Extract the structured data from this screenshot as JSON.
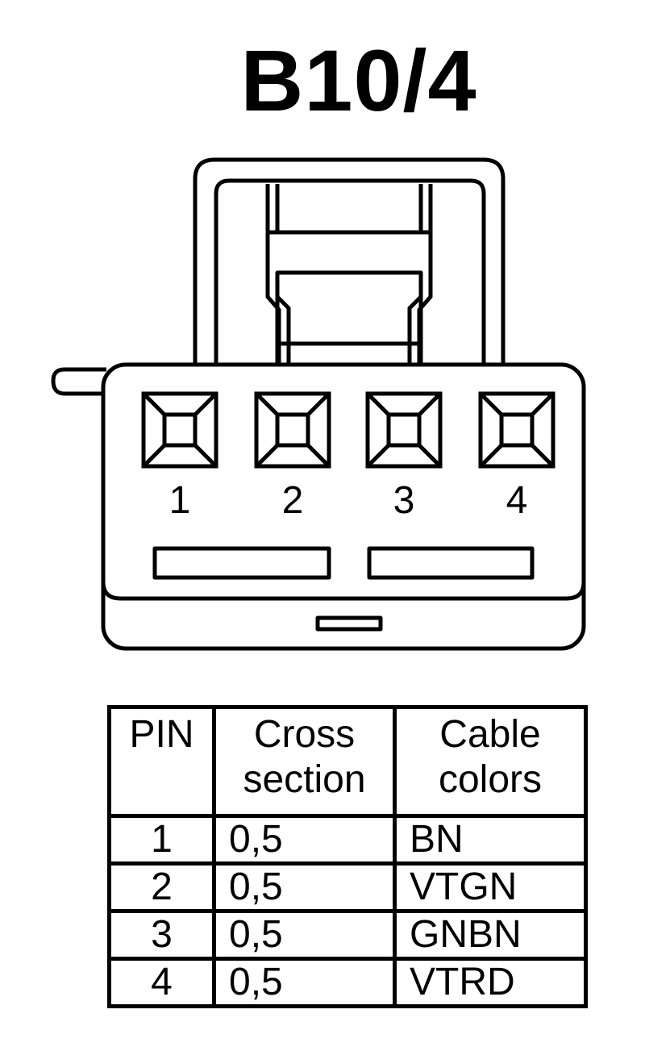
{
  "title": "B10/4",
  "connector": {
    "pin_labels": [
      "1",
      "2",
      "3",
      "4"
    ]
  },
  "table": {
    "headers": {
      "pin": "PIN",
      "cross_section": [
        "Cross",
        "section"
      ],
      "cable_colors": [
        "Cable",
        "colors"
      ]
    },
    "rows": [
      {
        "pin": "1",
        "cross_section": "0,5",
        "color": "BN"
      },
      {
        "pin": "2",
        "cross_section": "0,5",
        "color": "VTGN"
      },
      {
        "pin": "3",
        "cross_section": "0,5",
        "color": "GNBN"
      },
      {
        "pin": "4",
        "cross_section": "0,5",
        "color": "VTRD"
      }
    ]
  }
}
